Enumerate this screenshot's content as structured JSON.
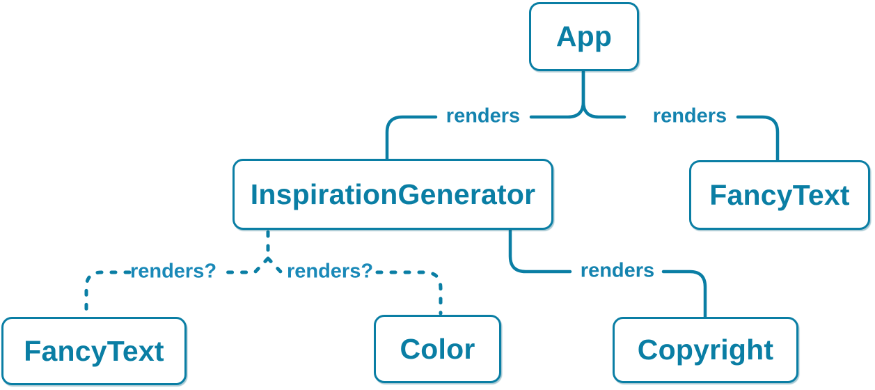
{
  "diagram": {
    "type": "component-render-tree",
    "colors": {
      "accent": "#0a7ea4",
      "background": "#ffffff"
    },
    "nodes": [
      {
        "id": "app",
        "label": "App"
      },
      {
        "id": "inspiration-generator",
        "label": "InspirationGenerator"
      },
      {
        "id": "fancy-text-top",
        "label": "FancyText"
      },
      {
        "id": "fancy-text-bottom",
        "label": "FancyText"
      },
      {
        "id": "color",
        "label": "Color"
      },
      {
        "id": "copyright",
        "label": "Copyright"
      }
    ],
    "edges": [
      {
        "from": "App",
        "to": "InspirationGenerator",
        "label": "renders",
        "style": "solid"
      },
      {
        "from": "App",
        "to": "FancyText",
        "label": "renders",
        "style": "solid"
      },
      {
        "from": "InspirationGenerator",
        "to": "FancyText",
        "label": "renders?",
        "style": "dashed"
      },
      {
        "from": "InspirationGenerator",
        "to": "Color",
        "label": "renders?",
        "style": "dashed"
      },
      {
        "from": "InspirationGenerator",
        "to": "Copyright",
        "label": "renders",
        "style": "solid"
      }
    ]
  }
}
